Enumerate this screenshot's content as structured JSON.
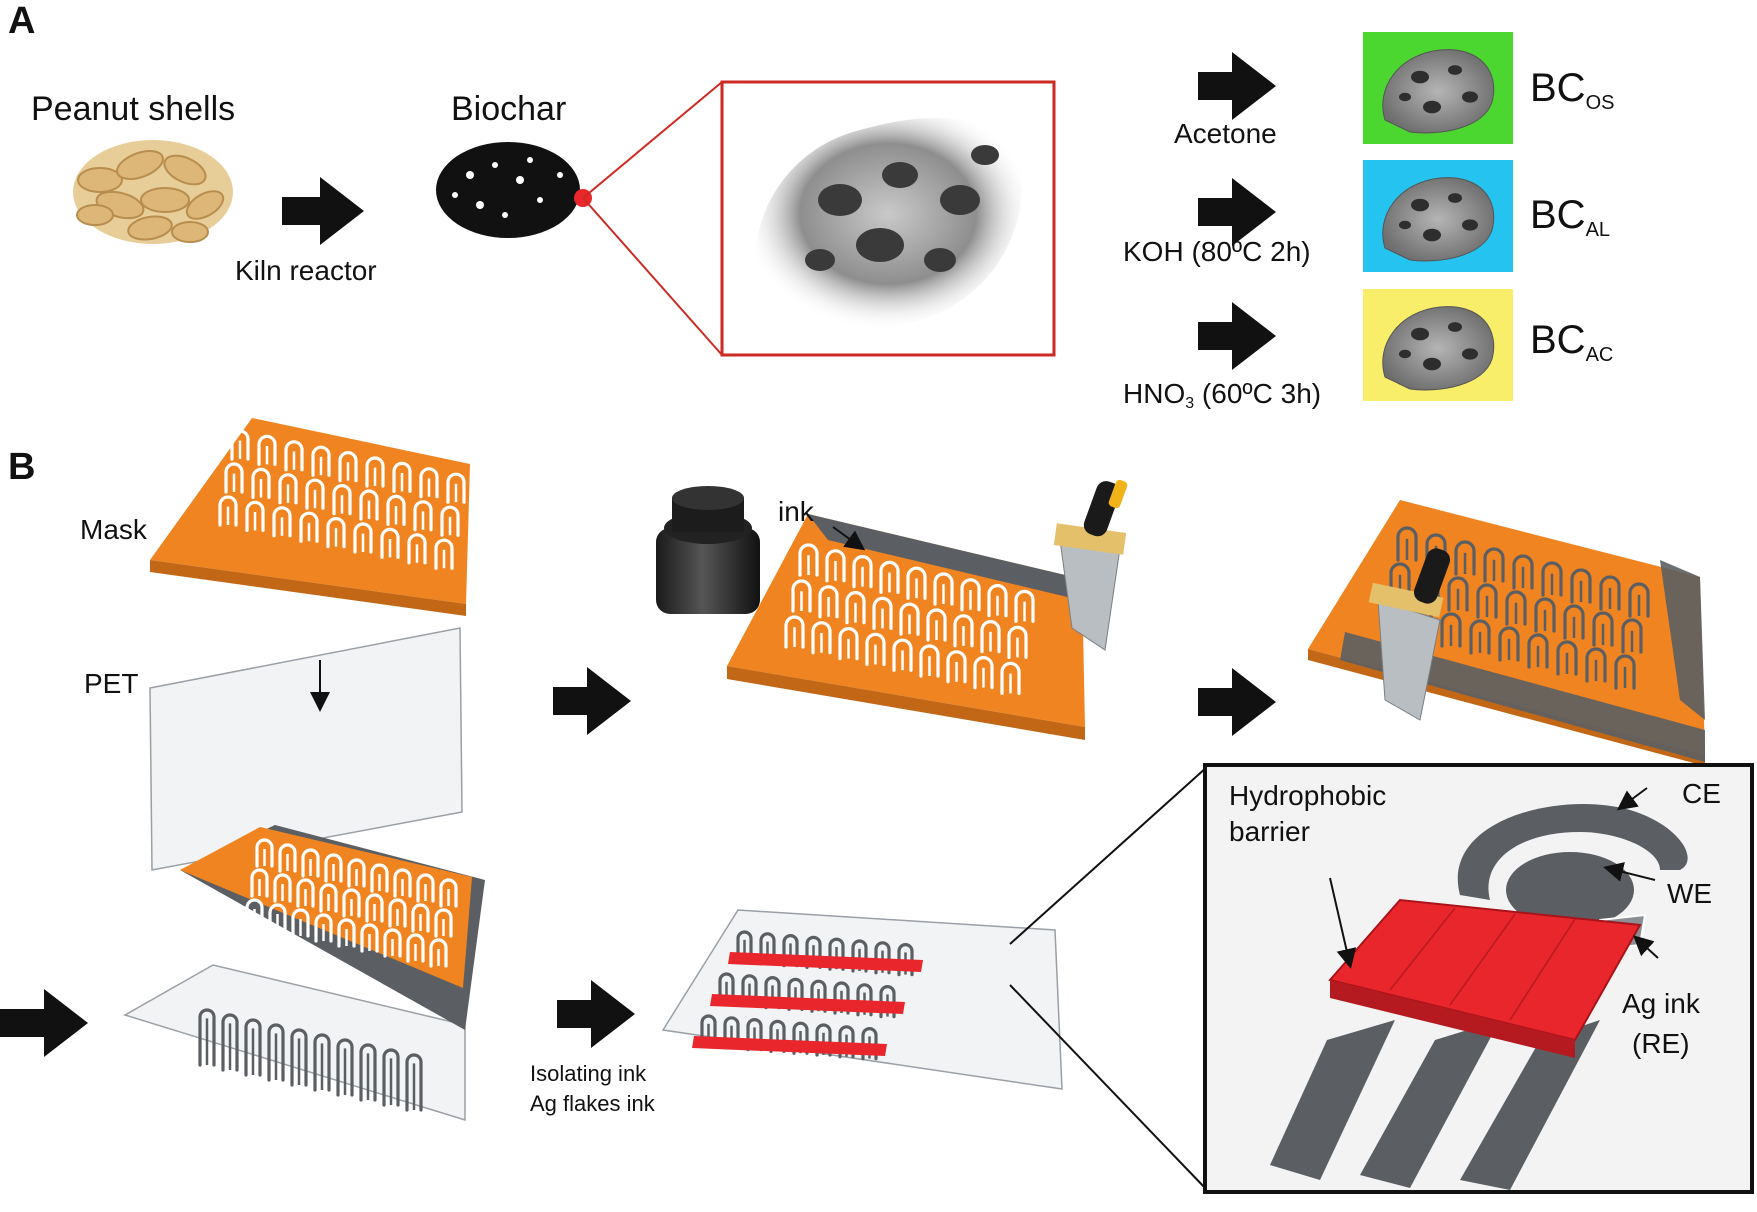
{
  "panels": {
    "a": "A",
    "b": "B"
  },
  "panel_a": {
    "start_label": "Peanut shells",
    "step1_label": "Kiln reactor",
    "product_label": "Biochar",
    "treatments": [
      {
        "reagent": "Acetone",
        "reagent_sub": "",
        "reagent_rest": "",
        "product": "BC",
        "product_sub": "OS",
        "color": "#4cd630"
      },
      {
        "reagent": "KOH (80ºC 2h)",
        "reagent_sub": "",
        "reagent_rest": "",
        "product": "BC",
        "product_sub": "AL",
        "color": "#25c3ef"
      },
      {
        "reagent": "HNO",
        "reagent_sub": "3",
        "reagent_rest": " (60ºC 3h)",
        "product": "BC",
        "product_sub": "AC",
        "color": "#f9ee6a"
      }
    ]
  },
  "panel_b": {
    "mask_label": "Mask",
    "pet_label": "PET",
    "ink_label": "ink",
    "step_labels": [
      "Isolating ink",
      "Ag flakes ink"
    ],
    "inset": {
      "barrier_label": "Hydrophobic barrier",
      "ce_label": "CE",
      "we_label": "WE",
      "ag_label_line1": "Ag ink",
      "ag_label_line2": "(RE)"
    }
  },
  "colors": {
    "mask": "#ef8421",
    "ink": "#5b5f63",
    "barrier": "#e8262c",
    "frame": "#cc2a22"
  }
}
